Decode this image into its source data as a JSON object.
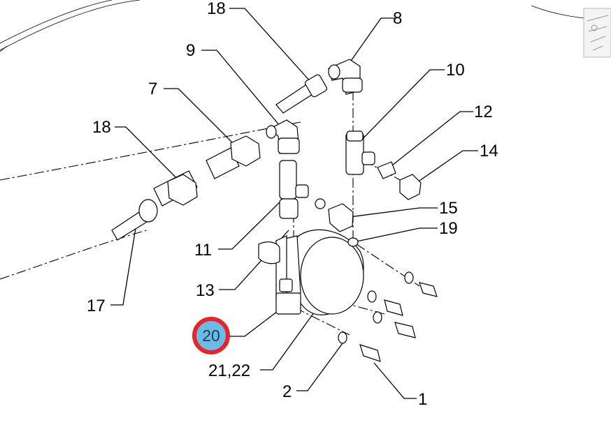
{
  "diagram": {
    "callouts": [
      {
        "id": "c18top",
        "text": "18"
      },
      {
        "id": "c8",
        "text": "8"
      },
      {
        "id": "c9",
        "text": "9"
      },
      {
        "id": "c10",
        "text": "10"
      },
      {
        "id": "c7",
        "text": "7"
      },
      {
        "id": "c18",
        "text": "18"
      },
      {
        "id": "c12",
        "text": "12"
      },
      {
        "id": "c14",
        "text": "14"
      },
      {
        "id": "c15",
        "text": "15"
      },
      {
        "id": "c19",
        "text": "19"
      },
      {
        "id": "c11",
        "text": "11"
      },
      {
        "id": "c13",
        "text": "13"
      },
      {
        "id": "c17",
        "text": "17"
      },
      {
        "id": "c20",
        "text": "20"
      },
      {
        "id": "c2122",
        "text": "21,22"
      },
      {
        "id": "c2",
        "text": "2"
      },
      {
        "id": "c1",
        "text": "1"
      }
    ],
    "highlight": {
      "callout": "20",
      "ring_color": "#e8242a",
      "fill_color": "#6bbbe4"
    }
  }
}
